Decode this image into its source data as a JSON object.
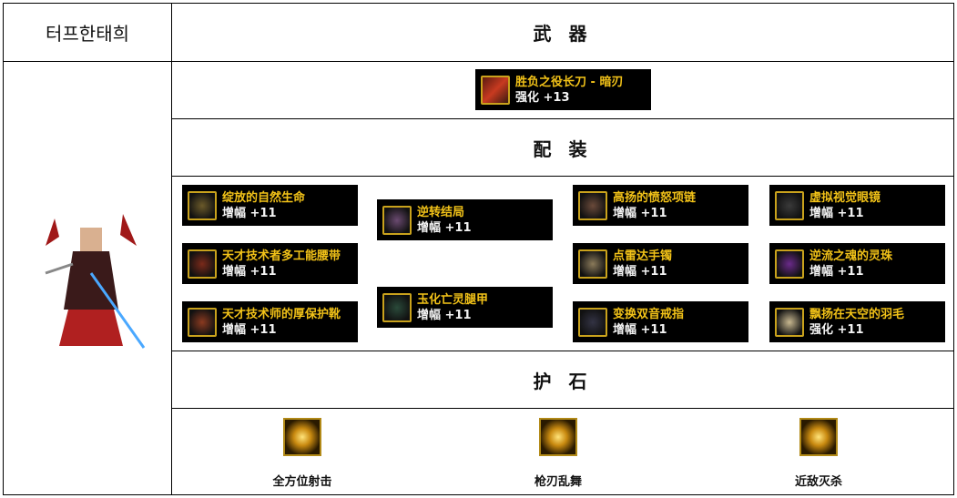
{
  "header": {
    "name": "터프한태희",
    "weapon_title": "武 器"
  },
  "weapon": {
    "name": "胜负之役长刀 - 暗刃",
    "level": "强化 +13",
    "icon": "sword-icon"
  },
  "gear_title": "配 装",
  "gear": [
    {
      "name": "绽放的自然生命",
      "level": "增幅 +11",
      "color": "#6b5a2a"
    },
    {
      "name": "天才技术者多工能腰带",
      "level": "增幅 +11",
      "color": "#7a2a1a"
    },
    {
      "name": "天才技术师的厚保护靴",
      "level": "增幅 +11",
      "color": "#8a3a20"
    },
    {
      "name": "逆转结局",
      "level": "增幅 +11",
      "color": "#6a4a70"
    },
    {
      "name": "玉化亡灵腿甲",
      "level": "增幅 +11",
      "color": "#2a4a3a"
    },
    {
      "name": "高扬的愤怒项链",
      "level": "增幅 +11",
      "color": "#6a4a3a"
    },
    {
      "name": "点雷达手镯",
      "level": "增幅 +11",
      "color": "#8a7a5a"
    },
    {
      "name": "变换双音戒指",
      "level": "增幅 +11",
      "color": "#333344"
    },
    {
      "name": "虚拟视觉眼镜",
      "level": "增幅 +11",
      "color": "#3a3a3a"
    },
    {
      "name": "逆流之魂的灵珠",
      "level": "增幅 +11",
      "color": "#6a2a8a"
    },
    {
      "name": "飘扬在天空的羽毛",
      "level": "强化 +11",
      "color": "#c8b890"
    }
  ],
  "talisman_title": "护 石",
  "talismans": [
    {
      "name": "全方位射击"
    },
    {
      "name": "枪刃乱舞"
    },
    {
      "name": "近敌灭杀"
    }
  ],
  "colors": {
    "item_name": "#f2c218",
    "item_bg": "#000000"
  }
}
